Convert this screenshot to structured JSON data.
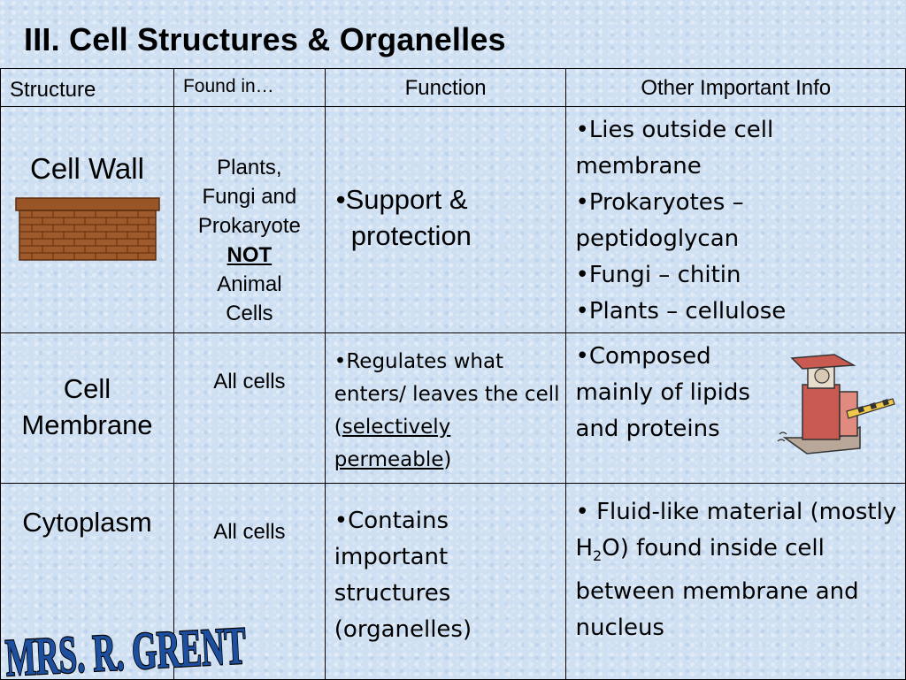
{
  "slide": {
    "title": "III. Cell Structures & Organelles"
  },
  "table": {
    "headers": {
      "structure": "Structure",
      "found_in": "Found in…",
      "function": "Function",
      "other_info": "Other Important Info"
    },
    "cell_wall": {
      "name": "Cell Wall",
      "found_in_lines": [
        "Plants,",
        "Fungi and",
        "Prokaryote",
        "NOT",
        "Animal",
        "Cells"
      ],
      "function_lines": [
        "•Support &",
        "protection"
      ],
      "info": [
        "•Lies outside cell membrane",
        "•Prokaryotes – peptidoglycan",
        "•Fungi – chitin",
        "•Plants – cellulose"
      ],
      "image_icon": "brick-wall-icon"
    },
    "cell_membrane": {
      "name_lines": [
        "Cell",
        "Membrane"
      ],
      "found_in": "All cells",
      "function_parts": [
        "•Regulates what enters/ leaves the cell (",
        "selectively permeable",
        ")"
      ],
      "info": "•Composed mainly of lipids and proteins",
      "image_icon": "tollbooth-gate-icon"
    },
    "cytoplasm": {
      "name": "Cytoplasm",
      "found_in": "All cells",
      "function": "•Contains important structures (organelles)",
      "info_parts": [
        "• Fluid-like material (mostly H",
        "2",
        "O) found inside cell between membrane and nucleus"
      ]
    }
  },
  "logo": {
    "text": "MRS. R. GRENT"
  },
  "colors": {
    "background": "#cfe0f2",
    "brick": "#9a5527",
    "logo_fill": "#1d4fa0"
  }
}
